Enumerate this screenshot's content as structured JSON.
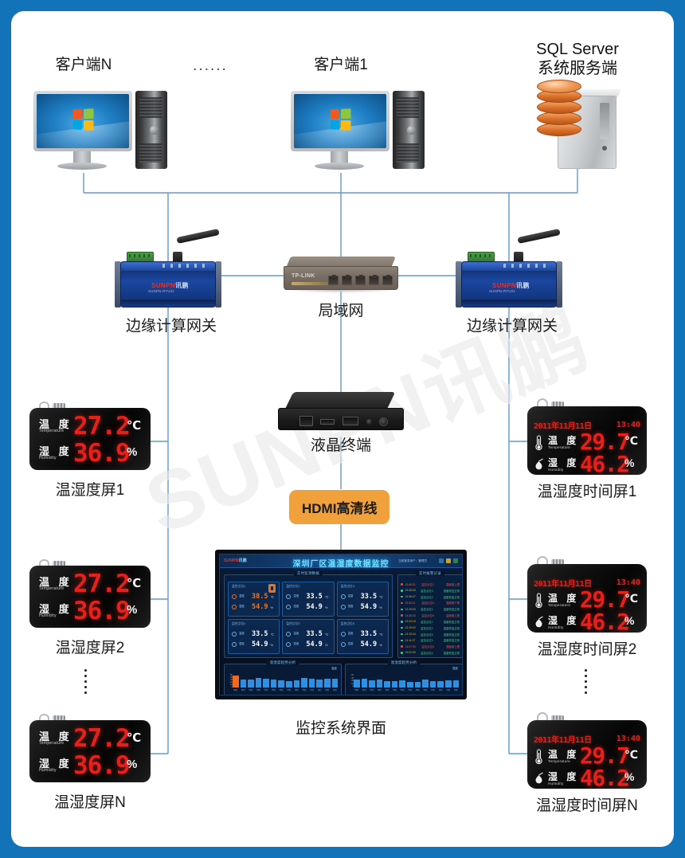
{
  "theme": {
    "frame_blue": "#1273b8",
    "canvas_white": "#ffffff",
    "line_blue": "#5b9bd5",
    "led_red": "#e8201b",
    "hdmi_orange": "#f1a13b",
    "dashboard_cyan": "#6fe4ff"
  },
  "watermark": {
    "text": "SUNPN讯鹏"
  },
  "nodes": {
    "client_n": {
      "label": "客户端N"
    },
    "ellipsis_top": {
      "label": "......"
    },
    "client_1": {
      "label": "客户端1"
    },
    "sql_server": {
      "line1": "SQL Server",
      "line2": "系统服务端"
    },
    "gateway_left": {
      "label": "边缘计算网关",
      "brand": "SUNPN",
      "brand_sub": "讯鹏",
      "model": "SUNPN-RTU01"
    },
    "gateway_right": {
      "label": "边缘计算网关",
      "brand": "SUNPN",
      "brand_sub": "讯鹏",
      "model": "SUNPN-RTU01"
    },
    "lan_switch": {
      "label": "局域网",
      "brand": "TP-LINK"
    },
    "lcd_terminal": {
      "label": "液晶终端"
    },
    "hdmi_cable": {
      "label": "HDMI高清线"
    },
    "monitor_ui": {
      "label": "监控系统界面"
    }
  },
  "th_screens": [
    {
      "caption": "温湿度屏1",
      "temp": {
        "cn": "温 度",
        "en": "Temperature",
        "value": "27.2",
        "unit": "℃"
      },
      "humi": {
        "cn": "湿 度",
        "en": "Humidity",
        "value": "36.9",
        "unit": "%"
      }
    },
    {
      "caption": "温湿度屏2",
      "temp": {
        "cn": "温 度",
        "en": "Temperature",
        "value": "27.2",
        "unit": "℃"
      },
      "humi": {
        "cn": "湿 度",
        "en": "Humidity",
        "value": "36.9",
        "unit": "%"
      }
    },
    {
      "caption": "温湿度屏N",
      "temp": {
        "cn": "温 度",
        "en": "Temperature",
        "value": "27.2",
        "unit": "℃"
      },
      "humi": {
        "cn": "湿 度",
        "en": "Humidity",
        "value": "36.9",
        "unit": "%"
      }
    }
  ],
  "tt_screens": [
    {
      "caption": "温湿度时间屏1",
      "date": "2011年11月11日",
      "time": "13:40",
      "temp": {
        "cn": "温 度",
        "en": "Temperature",
        "value": "29.7",
        "unit": "℃"
      },
      "humi": {
        "cn": "湿 度",
        "en": "Humidity",
        "value": "46.2",
        "unit": "%"
      }
    },
    {
      "caption": "温湿度时间屏2",
      "date": "2011年11月11日",
      "time": "13:40",
      "temp": {
        "cn": "温 度",
        "en": "Temperature",
        "value": "29.7",
        "unit": "℃"
      },
      "humi": {
        "cn": "湿 度",
        "en": "Humidity",
        "value": "46.2",
        "unit": "%"
      }
    },
    {
      "caption": "温湿度时间屏N",
      "date": "2011年11月11日",
      "time": "13:40",
      "temp": {
        "cn": "温 度",
        "en": "Temperature",
        "value": "29.7",
        "unit": "℃"
      },
      "humi": {
        "cn": "湿 度",
        "en": "Humidity",
        "value": "46.2",
        "unit": "%"
      }
    }
  ],
  "dashboard": {
    "logo": "SUNPN讯鹏",
    "title": "深圳厂区温湿度数据监控",
    "meta": "当前登录用户：管理员",
    "section_cards": "实时监测数据",
    "section_log": "实时报警记录",
    "section_chart_left": "温湿度趋势分析",
    "section_chart_right": "温湿度趋势分析",
    "cards": [
      {
        "name": "监控点位1",
        "temp": "38.5",
        "temp_unit": "℃",
        "humi": "54.9",
        "humi_unit": "%",
        "temp_label": "温度",
        "temp_en": "Temp",
        "humi_label": "湿度",
        "humi_en": "Humi",
        "alarm": true
      },
      {
        "name": "监控点位2",
        "temp": "33.5",
        "temp_unit": "℃",
        "humi": "54.9",
        "humi_unit": "%",
        "temp_label": "温度",
        "temp_en": "Temp",
        "humi_label": "湿度",
        "humi_en": "Humi",
        "alarm": false
      },
      {
        "name": "监控点位3",
        "temp": "33.5",
        "temp_unit": "℃",
        "humi": "54.9",
        "humi_unit": "%",
        "temp_label": "温度",
        "temp_en": "Temp",
        "humi_label": "湿度",
        "humi_en": "Humi",
        "alarm": false
      },
      {
        "name": "监控点位4",
        "temp": "33.5",
        "temp_unit": "℃",
        "humi": "54.9",
        "humi_unit": "%",
        "temp_label": "温度",
        "temp_en": "Temp",
        "humi_label": "湿度",
        "humi_en": "Humi",
        "alarm": false
      },
      {
        "name": "监控点位5",
        "temp": "33.5",
        "temp_unit": "℃",
        "humi": "54.9",
        "humi_unit": "%",
        "temp_label": "温度",
        "temp_en": "Temp",
        "humi_label": "湿度",
        "humi_en": "Humi",
        "alarm": false
      },
      {
        "name": "监控点位6",
        "temp": "33.5",
        "temp_unit": "℃",
        "humi": "54.9",
        "humi_unit": "%",
        "temp_label": "温度",
        "temp_en": "Temp",
        "humi_label": "湿度",
        "humi_en": "Humi",
        "alarm": false
      }
    ],
    "log_rows": [
      {
        "time": "13:40:21",
        "point": "监控点位1",
        "msg": "温度超上限",
        "alert": true
      },
      {
        "time": "13:38:05",
        "point": "监控点位3",
        "msg": "湿度恢复正常",
        "alert": false
      },
      {
        "time": "13:35:47",
        "point": "监控点位2",
        "msg": "温度恢复正常",
        "alert": false
      },
      {
        "time": "13:32:11",
        "point": "监控点位5",
        "msg": "湿度超下限",
        "alert": true
      },
      {
        "time": "13:29:53",
        "point": "监控点位4",
        "msg": "温度恢复正常",
        "alert": false
      },
      {
        "time": "13:26:30",
        "point": "监控点位6",
        "msg": "温度超上限",
        "alert": true
      },
      {
        "time": "13:22:18",
        "point": "监控点位1",
        "msg": "湿度恢复正常",
        "alert": false
      },
      {
        "time": "13:19:02",
        "point": "监控点位2",
        "msg": "温度恢复正常",
        "alert": false
      },
      {
        "time": "13:15:44",
        "point": "监控点位5",
        "msg": "湿度恢复正常",
        "alert": false
      },
      {
        "time": "13:11:27",
        "point": "监控点位3",
        "msg": "温度恢复正常",
        "alert": false
      },
      {
        "time": "13:07:09",
        "point": "监控点位6",
        "msg": "湿度超上限",
        "alert": true
      },
      {
        "time": "13:02:55",
        "point": "监控点位4",
        "msg": "温度恢复正常",
        "alert": false
      }
    ]
  },
  "chart_data": [
    {
      "type": "bar",
      "title": "温湿度趋势分析",
      "legend": "温度",
      "xlabel": "",
      "ylabel": "",
      "ylim": [
        0,
        50
      ],
      "yticks": [
        "50",
        "40",
        "30",
        "20",
        "10",
        "0"
      ],
      "categories": [
        "00时",
        "01时",
        "02时",
        "03时",
        "04时",
        "05时",
        "06时",
        "07时",
        "08时",
        "09时",
        "10时",
        "11时",
        "12时",
        "13时"
      ],
      "values": [
        44,
        30,
        29,
        36,
        31,
        28,
        26,
        25,
        27,
        34,
        31,
        30,
        32,
        33
      ],
      "highlight_index": 0,
      "grid": false,
      "legend_position": "top-right"
    },
    {
      "type": "bar",
      "title": "温湿度趋势分析",
      "legend": "湿度",
      "xlabel": "",
      "ylabel": "",
      "ylim": [
        0,
        60
      ],
      "yticks": [
        "60",
        "45",
        "30",
        "15",
        "0"
      ],
      "categories": [
        "00时",
        "01时",
        "02时",
        "03时",
        "04时",
        "05时",
        "06时",
        "07时",
        "08时",
        "09时",
        "10时",
        "11时",
        "12时",
        "13时"
      ],
      "values": [
        37,
        40,
        33,
        36,
        30,
        28,
        32,
        26,
        25,
        34,
        30,
        29,
        31,
        33
      ],
      "highlight_index": -1,
      "grid": false,
      "legend_position": "top-right"
    }
  ]
}
